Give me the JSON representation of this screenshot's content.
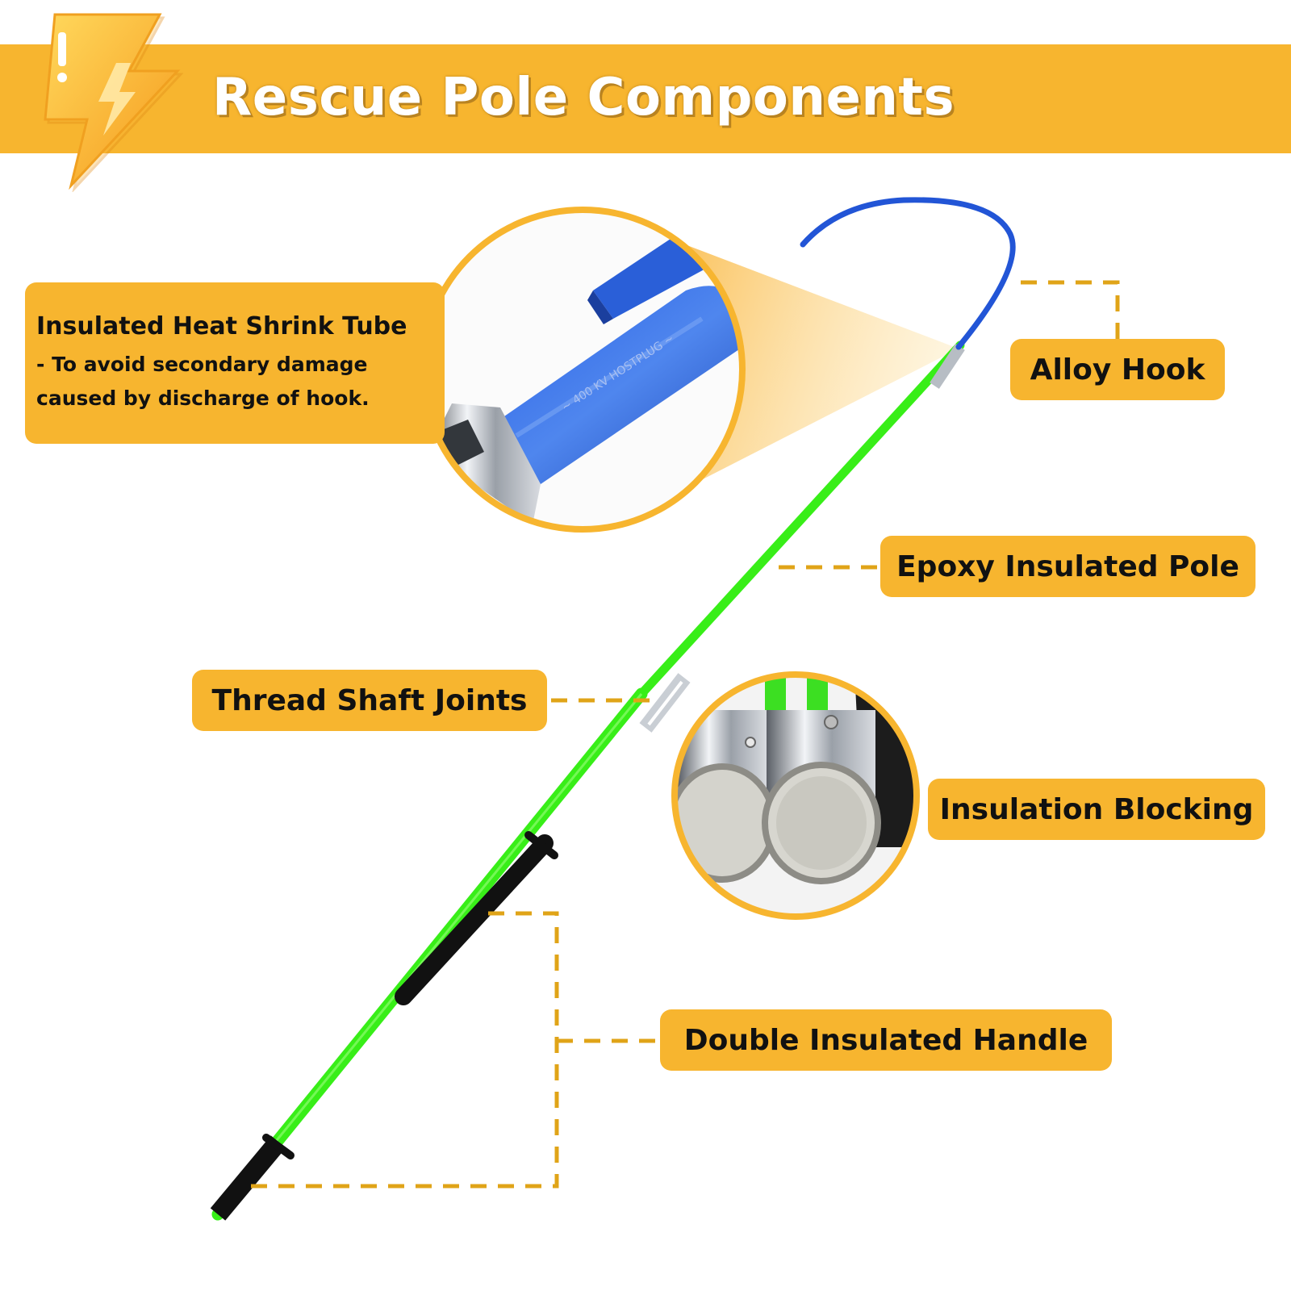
{
  "header": {
    "title": "Rescue Pole Components",
    "icon": "lightning-warning-icon"
  },
  "components": {
    "heat_shrink_tube": {
      "title": "Insulated Heat Shrink Tube",
      "description": "- To avoid secondary damage\ncaused by discharge of hook."
    },
    "alloy_hook": {
      "label": "Alloy Hook"
    },
    "epoxy_pole": {
      "label": "Epoxy Insulated Pole"
    },
    "thread_joints": {
      "label": "Thread Shaft Joints"
    },
    "insulation_blocking": {
      "label": "Insulation Blocking"
    },
    "handle": {
      "label": "Double Insulated Handle"
    }
  },
  "colors": {
    "accent": "#f7b52f",
    "leader_line": "#e0a418",
    "pole_green": "#38ee18",
    "hook_blue": "#2255d6",
    "handle_black": "#111111",
    "text": "#111111"
  }
}
